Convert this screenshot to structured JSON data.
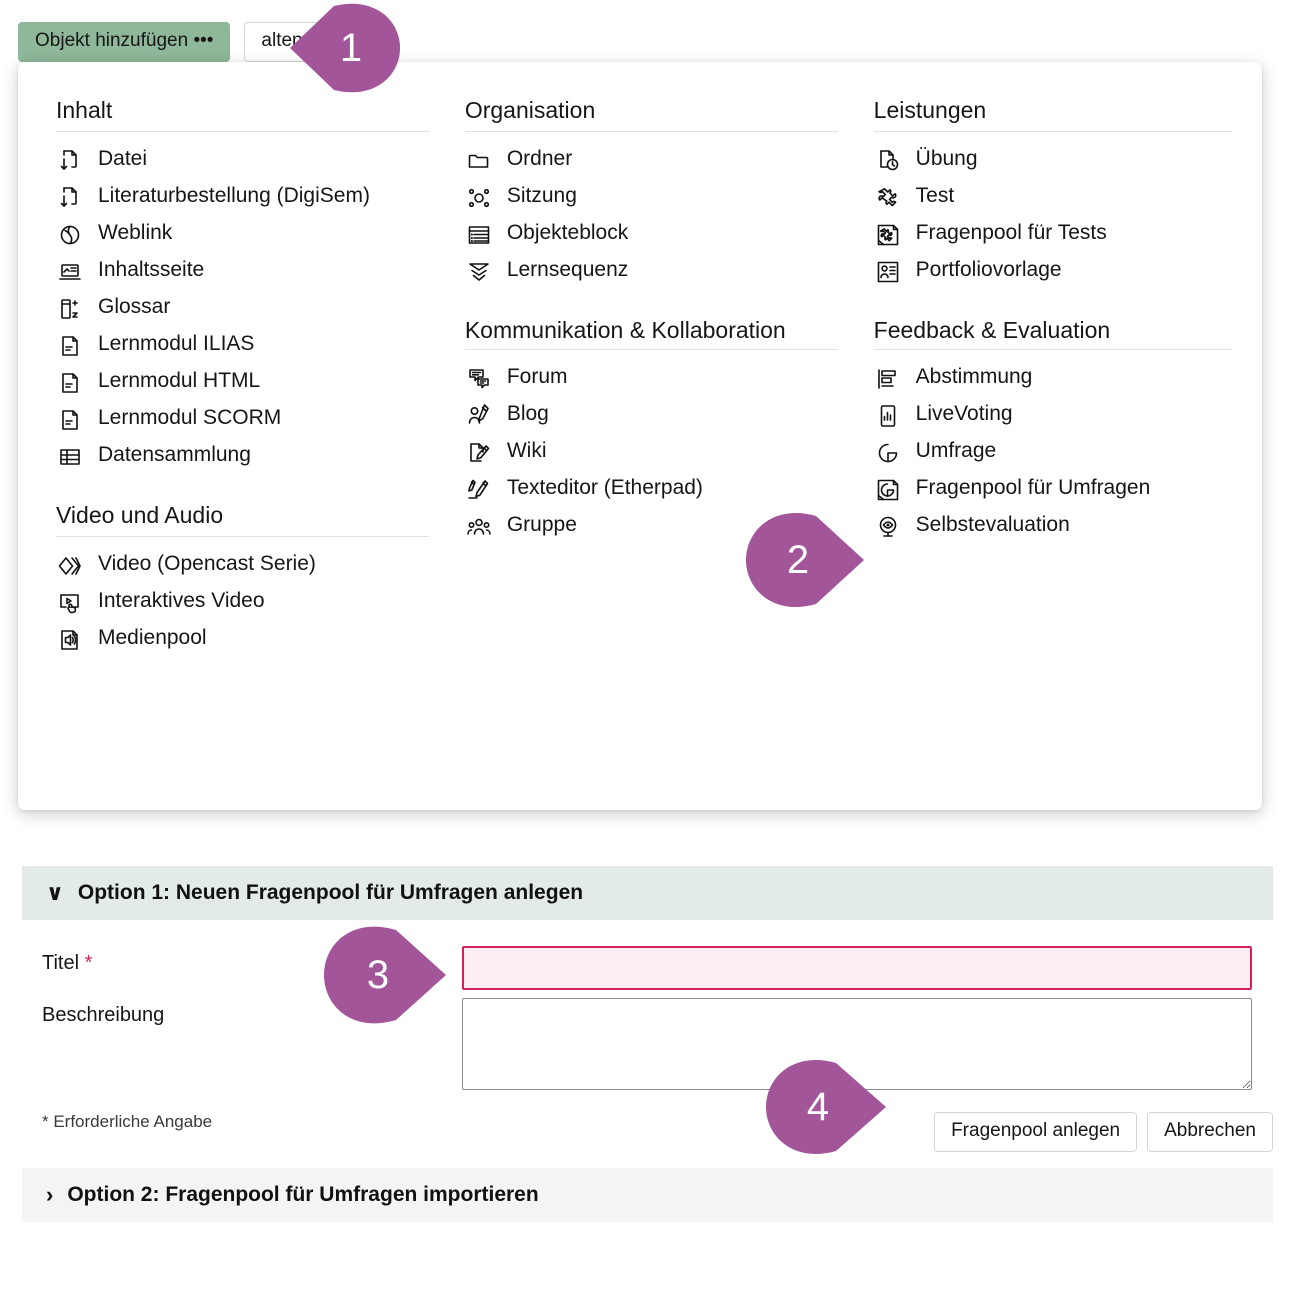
{
  "toolbar": {
    "add_object_button": "Objekt hinzufügen •••",
    "second_button": "alten"
  },
  "dropdown": {
    "columns": [
      {
        "name": "column-left",
        "groups": [
          {
            "title": "Inhalt",
            "items": [
              {
                "icon": "file-download-icon",
                "label": "Datei"
              },
              {
                "icon": "file-download-icon",
                "label": "Literaturbestellung (DigiSem)"
              },
              {
                "icon": "globe-icon",
                "label": "Weblink"
              },
              {
                "icon": "content-page-icon",
                "label": "Inhaltsseite"
              },
              {
                "icon": "glossary-icon",
                "label": "Glossar"
              },
              {
                "icon": "learning-module-icon",
                "label": "Lernmodul ILIAS"
              },
              {
                "icon": "learning-module-icon",
                "label": "Lernmodul HTML"
              },
              {
                "icon": "learning-module-icon",
                "label": "Lernmodul SCORM"
              },
              {
                "icon": "table-icon",
                "label": "Datensammlung"
              }
            ]
          },
          {
            "title": "Video und Audio",
            "items": [
              {
                "icon": "video-series-icon",
                "label": "Video (Opencast Serie)"
              },
              {
                "icon": "interactive-video-icon",
                "label": "Interaktives Video"
              },
              {
                "icon": "media-pool-icon",
                "label": "Medienpool"
              }
            ]
          }
        ]
      },
      {
        "name": "column-middle",
        "groups": [
          {
            "title": "Organisation",
            "items": [
              {
                "icon": "folder-icon",
                "label": "Ordner"
              },
              {
                "icon": "session-icon",
                "label": "Sitzung"
              },
              {
                "icon": "object-block-icon",
                "label": "Objekteblock"
              },
              {
                "icon": "learning-sequence-icon",
                "label": "Lernsequenz"
              }
            ]
          },
          {
            "title": "Kommunikation & Kollaboration",
            "items": [
              {
                "icon": "forum-icon",
                "label": "Forum"
              },
              {
                "icon": "blog-icon",
                "label": "Blog"
              },
              {
                "icon": "wiki-icon",
                "label": "Wiki"
              },
              {
                "icon": "etherpad-icon",
                "label": "Texteditor (Etherpad)"
              },
              {
                "icon": "group-icon",
                "label": "Gruppe"
              }
            ]
          }
        ]
      },
      {
        "name": "column-right",
        "groups": [
          {
            "title": "Leistungen",
            "items": [
              {
                "icon": "exercise-icon",
                "label": "Übung"
              },
              {
                "icon": "test-icon",
                "label": "Test"
              },
              {
                "icon": "test-question-pool-icon",
                "label": "Fragenpool für Tests"
              },
              {
                "icon": "portfolio-template-icon",
                "label": "Portfoliovorlage"
              }
            ]
          },
          {
            "title": "Feedback & Evaluation",
            "items": [
              {
                "icon": "poll-icon",
                "label": "Abstimmung"
              },
              {
                "icon": "livevoting-icon",
                "label": "LiveVoting"
              },
              {
                "icon": "survey-icon",
                "label": "Umfrage"
              },
              {
                "icon": "survey-question-pool-icon",
                "label": "Fragenpool für Umfragen"
              },
              {
                "icon": "self-evaluation-icon",
                "label": "Selbstevaluation"
              }
            ]
          }
        ]
      }
    ]
  },
  "form": {
    "option1_header": "Option 1: Neuen Fragenpool für Umfragen anlegen",
    "option1_chevron": "∨",
    "option2_header": "Option 2: Fragenpool für Umfragen importieren",
    "option2_chevron": "›",
    "title_label": "Titel",
    "title_required_mark": "*",
    "title_value": "",
    "description_label": "Beschreibung",
    "description_value": "",
    "required_note": "* Erforderliche Angabe",
    "submit_label": "Fragenpool anlegen",
    "cancel_label": "Abbrechen"
  },
  "callouts": [
    {
      "number": "1",
      "direction": "left"
    },
    {
      "number": "2",
      "direction": "right"
    },
    {
      "number": "3",
      "direction": "right"
    },
    {
      "number": "4",
      "direction": "right"
    }
  ],
  "colors": {
    "accent_purple": "#a3559a",
    "button_green": "#8fb79a",
    "header_green": "#e2ebe5",
    "header_grey": "#f4f4f6",
    "required_red": "#d6205d",
    "input_error_bg": "#fdeef2"
  }
}
